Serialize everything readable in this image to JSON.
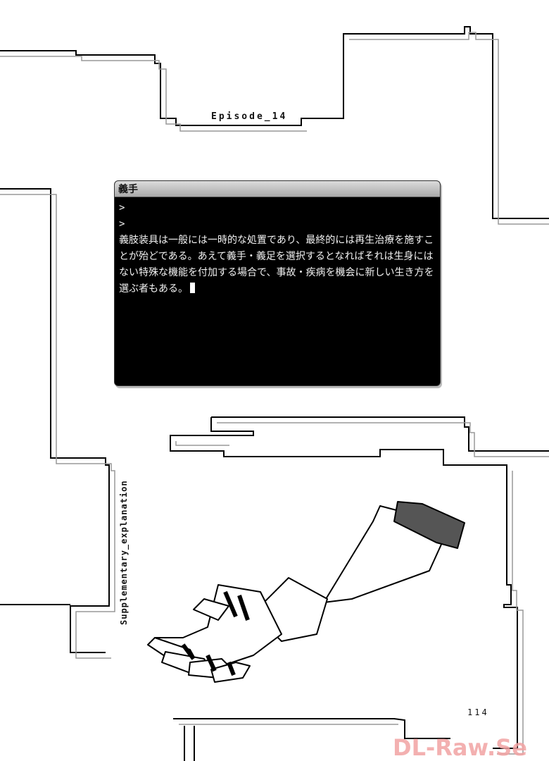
{
  "header": {
    "episode_label": "Episode_14"
  },
  "terminal": {
    "title": "義手",
    "prompts": [
      ">",
      ">"
    ],
    "body_text": "義肢装具は一般には一時的な処置であり、最終的には再生治療を施すことが殆どである。あえて義手・義足を選択するとなればそれは生身にはない特殊な機能を付加する場合で、事故・疾病を機会に新しい生き方を選ぶ者もある。"
  },
  "side_label": "Supplementary_explanation",
  "footer": {
    "page_number": "114",
    "watermark": "DL-Raw.Se"
  },
  "illustration": {
    "icon": "prosthetic-arm-icon"
  },
  "colors": {
    "terminal_bg": "#000000",
    "watermark": "#f2a3a3"
  }
}
